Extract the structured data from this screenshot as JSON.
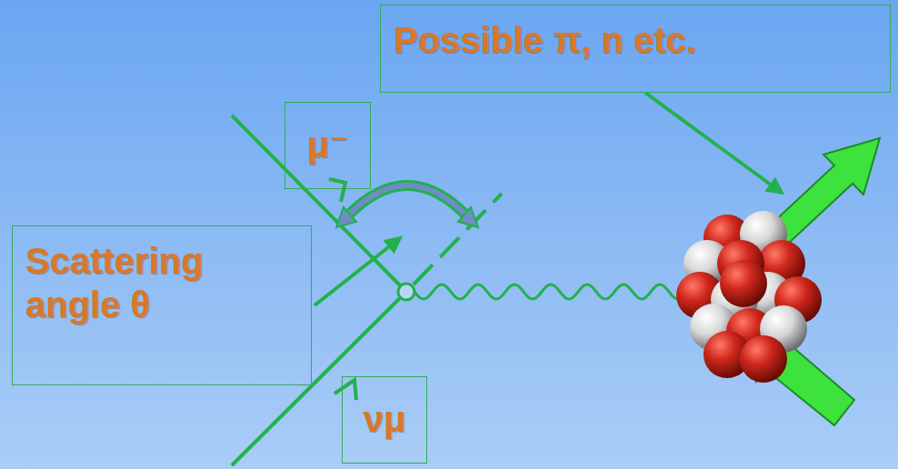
{
  "diagram": {
    "nodes": [
      {
        "text": [
          "Possible π, n etc."
        ]
      },
      {
        "text": [
          "μ⁻"
        ]
      },
      {
        "text": [
          "Scattering angle θ"
        ]
      },
      {
        "text": [
          "νμ"
        ]
      }
    ],
    "edges": []
  }
}
